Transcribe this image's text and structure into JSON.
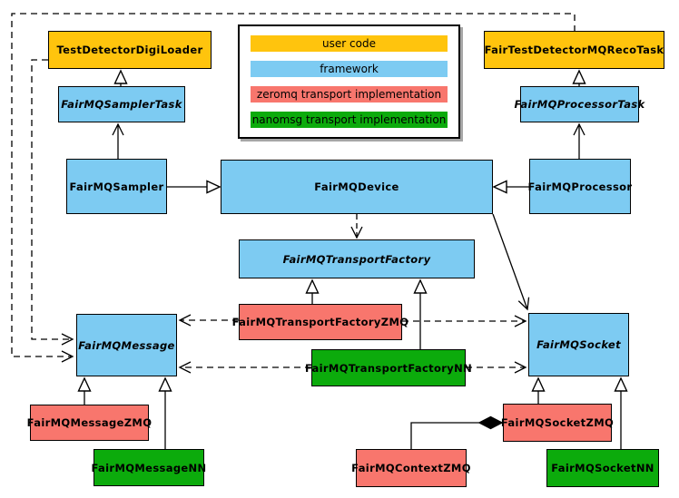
{
  "palette": {
    "user_code": "#FFC40D",
    "framework": "#7DCBF2",
    "zeromq": "#F8766D",
    "nanomsg": "#0CAB0C",
    "edge": "#000000"
  },
  "legend": {
    "items": [
      {
        "label": "user code",
        "color": "#FFC40D"
      },
      {
        "label": "framework",
        "color": "#7DCBF2"
      },
      {
        "label": "zeromq transport implementation",
        "color": "#F8766D"
      },
      {
        "label": "nanomsg transport implementation",
        "color": "#0CAB0C"
      }
    ]
  },
  "nodes": {
    "test_detector_digi_loader": {
      "label": "TestDetectorDigiLoader",
      "category": "user code",
      "abstract": false
    },
    "fair_test_detector_mq_reco_task": {
      "label": "FairTestDetectorMQRecoTask",
      "category": "user code",
      "abstract": false
    },
    "fairmq_sampler_task": {
      "label": "FairMQSamplerTask",
      "category": "framework",
      "abstract": true
    },
    "fairmq_processor_task": {
      "label": "FairMQProcessorTask",
      "category": "framework",
      "abstract": true
    },
    "fairmq_sampler": {
      "label": "FairMQSampler",
      "category": "framework",
      "abstract": false
    },
    "fairmq_device": {
      "label": "FairMQDevice",
      "category": "framework",
      "abstract": false
    },
    "fairmq_processor": {
      "label": "FairMQProcessor",
      "category": "framework",
      "abstract": false
    },
    "fairmq_transport_factory": {
      "label": "FairMQTransportFactory",
      "category": "framework",
      "abstract": true
    },
    "fairmq_transport_factory_zmq": {
      "label": "FairMQTransportFactoryZMQ",
      "category": "zeromq",
      "abstract": false
    },
    "fairmq_transport_factory_nn": {
      "label": "FairMQTransportFactoryNN",
      "category": "nanomsg",
      "abstract": false
    },
    "fairmq_message": {
      "label": "FairMQMessage",
      "category": "framework",
      "abstract": true
    },
    "fairmq_socket": {
      "label": "FairMQSocket",
      "category": "framework",
      "abstract": true
    },
    "fairmq_message_zmq": {
      "label": "FairMQMessageZMQ",
      "category": "zeromq",
      "abstract": false
    },
    "fairmq_message_nn": {
      "label": "FairMQMessageNN",
      "category": "nanomsg",
      "abstract": false
    },
    "fairmq_socket_zmq": {
      "label": "FairMQSocketZMQ",
      "category": "zeromq",
      "abstract": false
    },
    "fairmq_context_zmq": {
      "label": "FairMQContextZMQ",
      "category": "zeromq",
      "abstract": false
    },
    "fairmq_socket_nn": {
      "label": "FairMQSocketNN",
      "category": "nanomsg",
      "abstract": false
    }
  },
  "edges": [
    {
      "from": "FairMQSamplerTask",
      "to": "TestDetectorDigiLoader",
      "type": "inheritance-triangle"
    },
    {
      "from": "FairMQProcessorTask",
      "to": "FairTestDetectorMQRecoTask",
      "type": "inheritance-triangle"
    },
    {
      "from": "FairMQSampler",
      "to": "FairMQSamplerTask",
      "type": "association-open-arrow"
    },
    {
      "from": "FairMQProcessor",
      "to": "FairMQProcessorTask",
      "type": "association-open-arrow"
    },
    {
      "from": "FairMQSampler",
      "to": "FairMQDevice",
      "type": "inheritance-triangle"
    },
    {
      "from": "FairMQProcessor",
      "to": "FairMQDevice",
      "type": "inheritance-triangle"
    },
    {
      "from": "FairMQDevice",
      "to": "FairMQTransportFactory",
      "type": "dependency-dashed-arrow"
    },
    {
      "from": "FairMQDevice",
      "to": "FairMQSocket",
      "type": "association-open-arrow"
    },
    {
      "from": "FairMQTransportFactoryZMQ",
      "to": "FairMQTransportFactory",
      "type": "inheritance-triangle"
    },
    {
      "from": "FairMQTransportFactoryNN",
      "to": "FairMQTransportFactory",
      "type": "inheritance-triangle"
    },
    {
      "from": "FairMQTransportFactoryZMQ",
      "to": "FairMQMessage",
      "type": "dependency-dashed-arrow"
    },
    {
      "from": "FairMQTransportFactoryZMQ",
      "to": "FairMQSocket",
      "type": "dependency-dashed-arrow"
    },
    {
      "from": "FairMQTransportFactoryNN",
      "to": "FairMQMessage",
      "type": "dependency-dashed-arrow"
    },
    {
      "from": "FairMQTransportFactoryNN",
      "to": "FairMQSocket",
      "type": "dependency-dashed-arrow"
    },
    {
      "from": "TestDetectorDigiLoader",
      "to": "FairMQMessage",
      "type": "dependency-dashed-arrow"
    },
    {
      "from": "FairTestDetectorMQRecoTask",
      "to": "FairMQMessage",
      "type": "dependency-dashed-arrow"
    },
    {
      "from": "FairMQMessageZMQ",
      "to": "FairMQMessage",
      "type": "inheritance-triangle"
    },
    {
      "from": "FairMQMessageNN",
      "to": "FairMQMessage",
      "type": "inheritance-triangle"
    },
    {
      "from": "FairMQSocketZMQ",
      "to": "FairMQSocket",
      "type": "inheritance-triangle"
    },
    {
      "from": "FairMQSocketNN",
      "to": "FairMQSocket",
      "type": "inheritance-triangle"
    },
    {
      "from": "FairMQContextZMQ",
      "to": "FairMQSocketZMQ",
      "type": "composition-diamond"
    }
  ]
}
